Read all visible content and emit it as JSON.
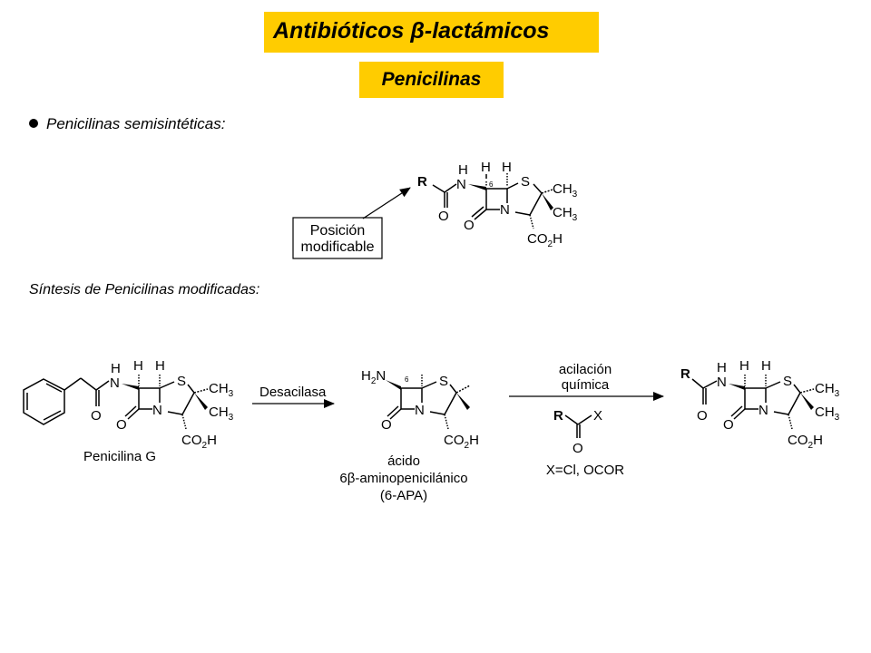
{
  "header": {
    "title": "Antibióticos β-lactámicos",
    "subtitle": "Penicilinas"
  },
  "section": {
    "bullet": "Penicilinas semisintéticas:",
    "callout_line1": "Posición",
    "callout_line2": "modificable",
    "synthesis_heading": "Síntesis de Penicilinas modificadas:"
  },
  "atoms": {
    "R": "R",
    "N": "N",
    "H": "H",
    "S": "S",
    "O": "O",
    "CH": "CH",
    "sub3": "3",
    "CO": "CO",
    "sub2": "2",
    "pos6": "6",
    "pos6b": "6"
  },
  "reaction": {
    "step1": "Desacilasa",
    "step2_line1": "acilación",
    "step2_line2": "química",
    "reagent_x": "X",
    "reagent_conditions": "X=Cl, OCOR"
  },
  "labels": {
    "start": "Penicilina G",
    "intermediate_line1": "ácido",
    "intermediate_line2": "6β-aminopenicilánico",
    "intermediate_line3": "(6-APA)"
  },
  "colors": {
    "accent": "#ffcc00"
  }
}
